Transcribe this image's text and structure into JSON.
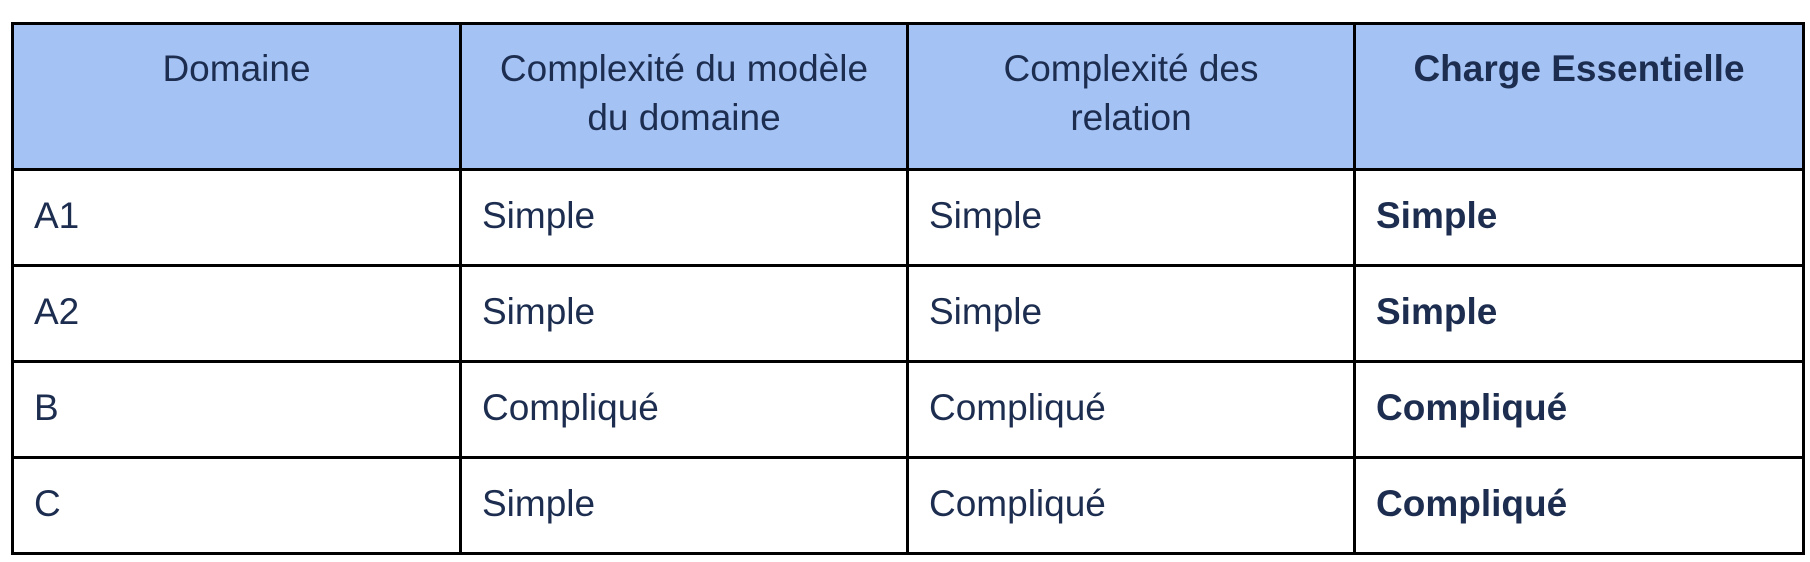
{
  "table": {
    "colors": {
      "header_background": "#a4c2f4",
      "text": "#1c2d4f",
      "border": "#000000"
    },
    "headers": [
      {
        "label": "Domaine",
        "bold": false
      },
      {
        "label": "Complexité du modèle du domaine",
        "bold": false
      },
      {
        "label": "Complexité des relation",
        "bold": false
      },
      {
        "label": "Charge Essentielle",
        "bold": true
      }
    ],
    "rows": [
      [
        "A1",
        "Simple",
        "Simple",
        "Simple"
      ],
      [
        "A2",
        "Simple",
        "Simple",
        "Simple"
      ],
      [
        "B",
        "Compliqué",
        "Compliqué",
        "Compliqué"
      ],
      [
        "C",
        "Simple",
        "Compliqué",
        "Compliqué"
      ]
    ]
  }
}
